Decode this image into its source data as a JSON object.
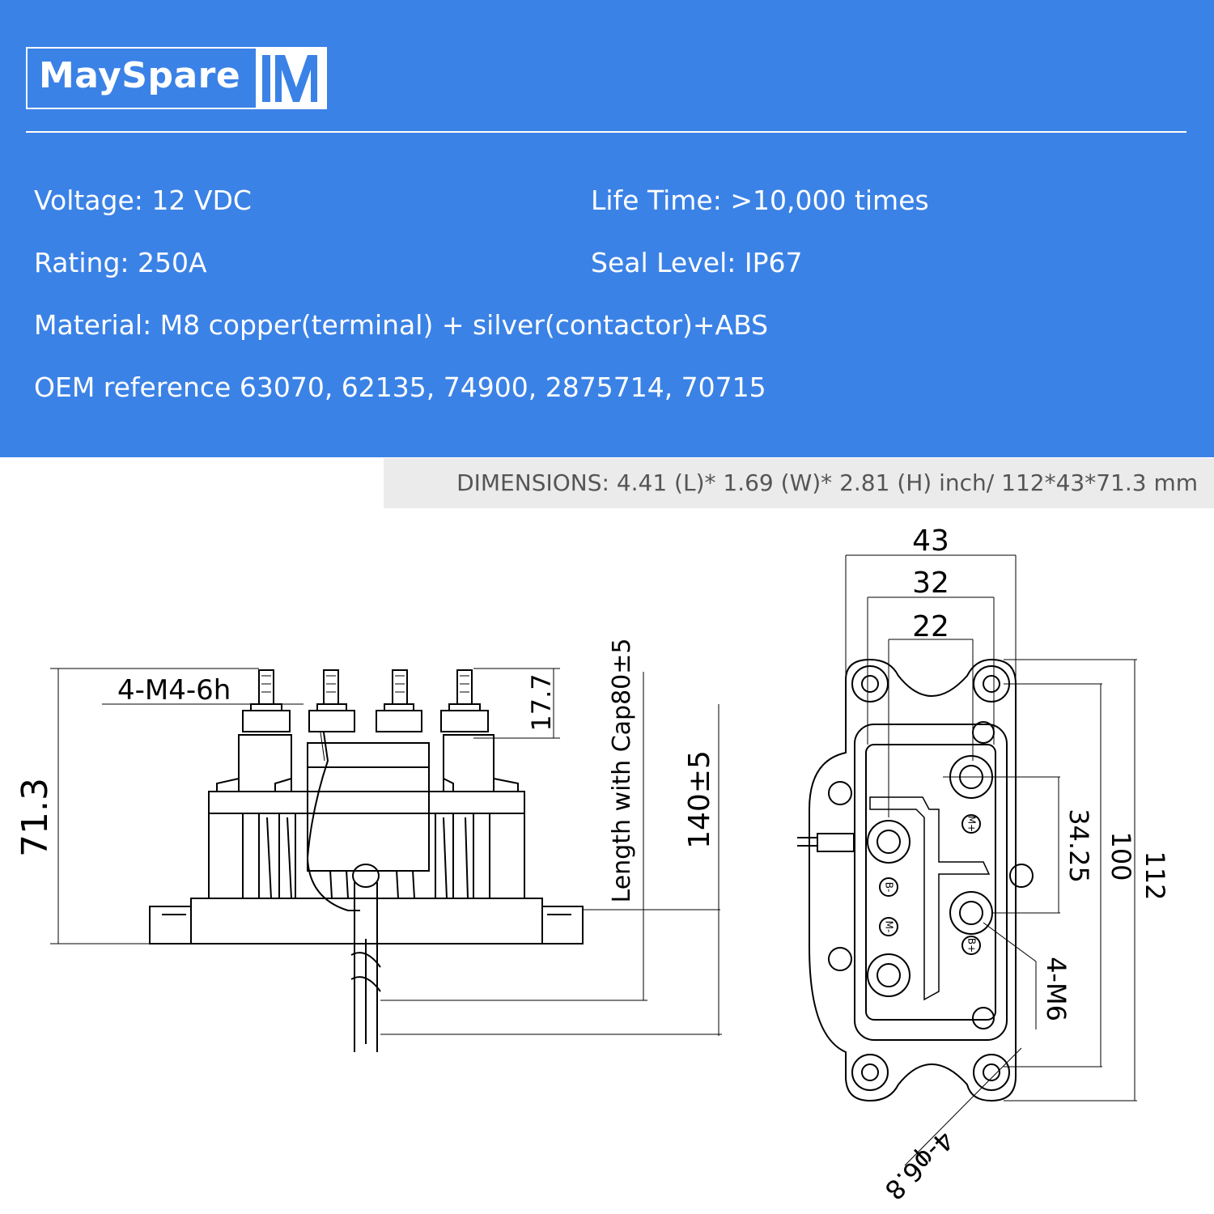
{
  "brand": {
    "name": "MaySpare",
    "mark_icon": "mayspare-m-logo"
  },
  "specs": {
    "voltage": "Voltage: 12 VDC",
    "life_time": "Life Time: >10,000 times",
    "rating": "Rating: 250A",
    "seal_level": "Seal Level: IP67",
    "material": "Material: M8 copper(terminal) + silver(contactor)+ABS",
    "oem": "OEM reference 63070, 62135, 74900, 2875714, 70715"
  },
  "dimensions_banner": "DIMENSIONS: 4.41 (L)* 1.69 (W)* 2.81 (H) inch/ 112*43*71.3 mm",
  "side_view": {
    "height": "71.3",
    "thread": "4-M4-6h",
    "stud_height": "17.7",
    "cap_length": "Length with Cap80±5",
    "wire_length": "140±5"
  },
  "top_view": {
    "width_outer": "43",
    "width_mid": "32",
    "width_inner": "22",
    "terminal_spacing": "34.25",
    "hole_spacing": "100",
    "length": "112",
    "terminal_thread": "4-M6",
    "mount_holes": "4-φ6.8",
    "terminals": [
      "M+",
      "B-",
      "M-",
      "B+"
    ]
  }
}
